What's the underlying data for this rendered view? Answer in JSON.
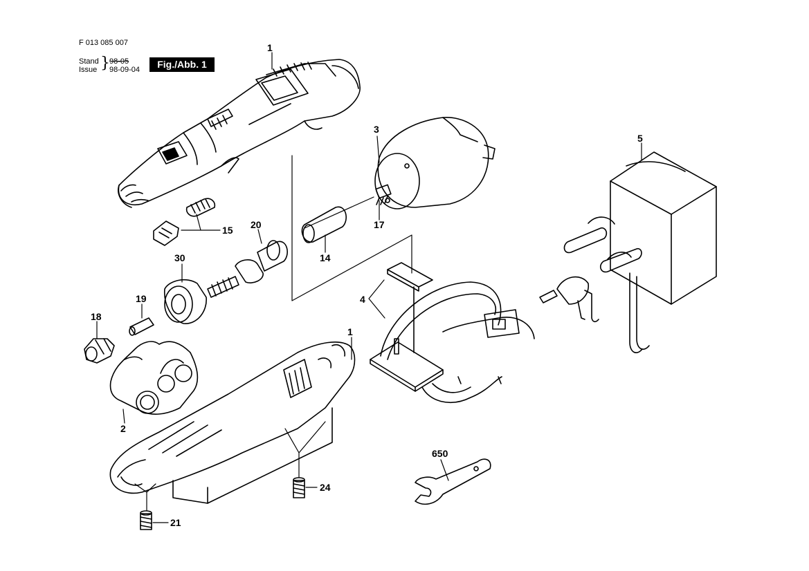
{
  "header": {
    "doc_number": "F 013 085 007",
    "stand_label": "Stand",
    "issue_label": "Issue",
    "stand_date": "98-05",
    "issue_date": "98-09-04",
    "figure_label": "Fig./Abb. 1"
  },
  "callouts": {
    "c1_top": "1",
    "c3": "3",
    "c5": "5",
    "c15": "15",
    "c20": "20",
    "c17": "17",
    "c14": "14",
    "c30": "30",
    "c19": "19",
    "c4": "4",
    "c18": "18",
    "c1_bottom": "1",
    "c2": "2",
    "c650": "650",
    "c24": "24",
    "c21": "21"
  }
}
